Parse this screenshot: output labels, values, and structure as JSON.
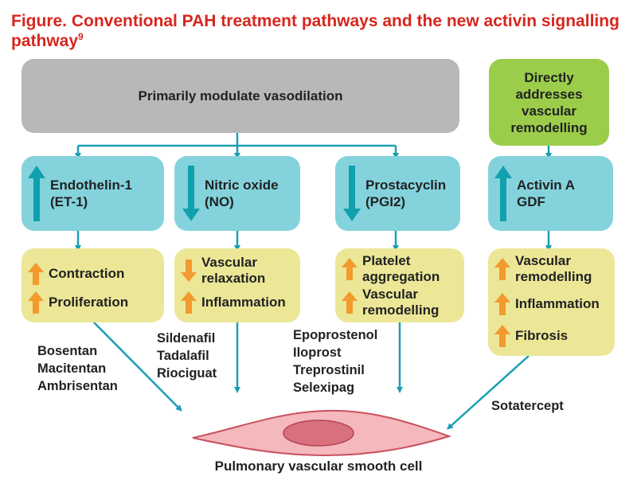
{
  "title": {
    "text": "Figure. Conventional PAH treatment pathways and the new activin signalling pathway",
    "ref": "9"
  },
  "top_boxes": {
    "vasodilation": "Primarily modulate vasodilation",
    "remodelling": [
      "Directly",
      "addresses",
      "vascular",
      "remodelling"
    ]
  },
  "mediators": [
    {
      "lines": [
        "Endothelin-1",
        "(ET-1)"
      ],
      "direction": "up"
    },
    {
      "lines": [
        "Nitric oxide",
        "(NO)"
      ],
      "direction": "down"
    },
    {
      "lines": [
        "Prostacyclin",
        "(PGI2)"
      ],
      "direction": "down"
    },
    {
      "lines": [
        "Activin A",
        "GDF"
      ],
      "direction": "up"
    }
  ],
  "effects": [
    {
      "items": [
        {
          "lines": [
            "Contraction"
          ],
          "direction": "up"
        },
        {
          "lines": [
            "Proliferation"
          ],
          "direction": "up"
        }
      ]
    },
    {
      "items": [
        {
          "lines": [
            "Vascular",
            "relaxation"
          ],
          "direction": "down"
        },
        {
          "lines": [
            "Inflammation"
          ],
          "direction": "up"
        }
      ]
    },
    {
      "items": [
        {
          "lines": [
            "Platelet",
            "aggregation"
          ],
          "direction": "up"
        },
        {
          "lines": [
            "Vascular",
            "remodelling"
          ],
          "direction": "up"
        }
      ]
    },
    {
      "items": [
        {
          "lines": [
            "Vascular",
            "remodelling"
          ],
          "direction": "up"
        },
        {
          "lines": [
            "Inflammation"
          ],
          "direction": "up"
        },
        {
          "lines": [
            "Fibrosis"
          ],
          "direction": "up"
        }
      ]
    }
  ],
  "drugs": [
    [
      "Bosentan",
      "Macitentan",
      "Ambrisentan"
    ],
    [
      "Sildenafil",
      "Tadalafil",
      "Riociguat"
    ],
    [
      "Epoprostenol",
      "Iloprost",
      "Treprostinil",
      "Selexipag"
    ],
    [
      "Sotatercept"
    ]
  ],
  "cell_label": "Pulmonary vascular smooth cell",
  "colors": {
    "title": "#d7261e",
    "connector": "#1a9fb3",
    "teal_arrow": "#11a0ad",
    "orange_arrow": "#f29a2e",
    "cell_fill": "#f4b8bd",
    "nucleus_fill": "#d9707d",
    "cell_stroke": "#c9505e"
  },
  "icons": [
    "up-arrow-icon",
    "down-arrow-icon",
    "connector-arrow-icon"
  ]
}
